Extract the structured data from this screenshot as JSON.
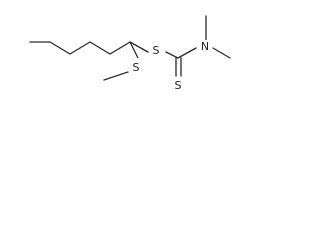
{
  "molecule": {
    "atoms": {
      "thioether_s": "S",
      "thioester_s": "S",
      "amine_n": "N",
      "thione_s": "S"
    }
  },
  "colors": {
    "bond": "#2a2a2a",
    "label": "#222222",
    "background": "#ffffff"
  }
}
